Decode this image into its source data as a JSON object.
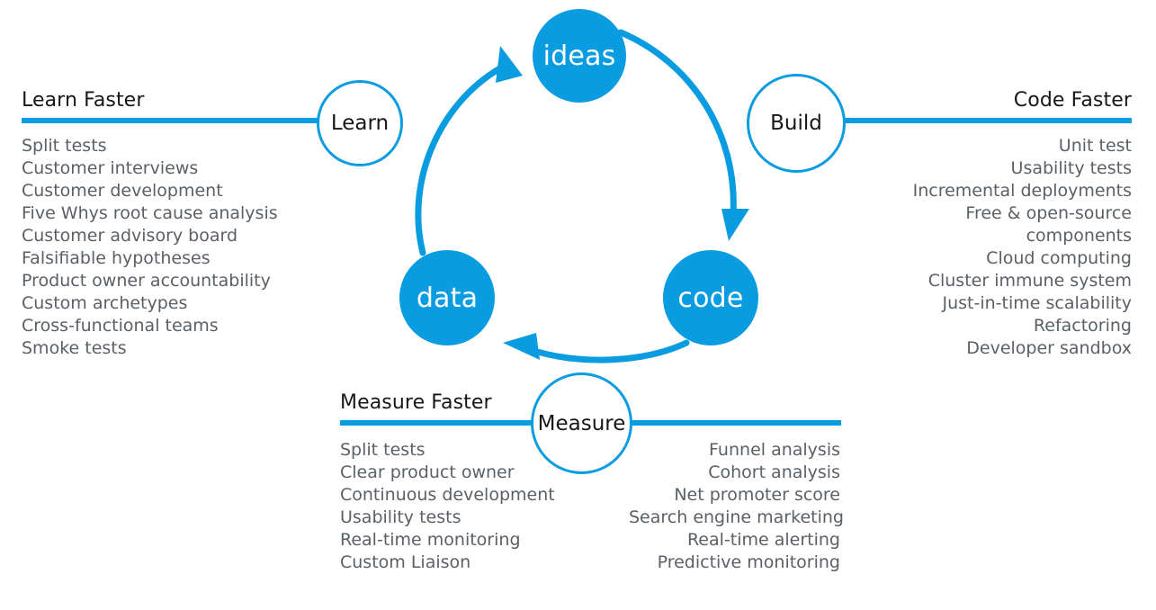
{
  "theme": {
    "accent": "#0a9ce0",
    "title_color": "#171717",
    "list_color": "#5a6066",
    "background": "#ffffff",
    "node_text_color": "#ffffff"
  },
  "loop": {
    "nodes": [
      {
        "id": "ideas",
        "label": "ideas"
      },
      {
        "id": "code",
        "label": "code"
      },
      {
        "id": "data",
        "label": "data"
      }
    ],
    "stages": [
      {
        "id": "learn",
        "label": "Learn"
      },
      {
        "id": "build",
        "label": "Build"
      },
      {
        "id": "measure",
        "label": "Measure"
      }
    ],
    "arrows": [
      {
        "from": "ideas",
        "to": "code"
      },
      {
        "from": "code",
        "to": "data"
      },
      {
        "from": "data",
        "to": "ideas"
      }
    ]
  },
  "panels": {
    "learn": {
      "title": "Learn Faster",
      "items": [
        "Split tests",
        "Customer interviews",
        "Customer development",
        "Five Whys root cause analysis",
        "Customer advisory board",
        "Falsifiable hypotheses",
        "Product owner accountability",
        "Custom archetypes",
        "Cross-functional teams",
        "Smoke tests"
      ]
    },
    "code": {
      "title": "Code Faster",
      "items": [
        "Unit test",
        "Usability tests",
        "Incremental deployments",
        "Free & open-source",
        "components",
        "Cloud computing",
        "Cluster immune system",
        "Just-in-time scalability",
        "Refactoring",
        "Developer sandbox"
      ]
    },
    "measure": {
      "title": "Measure Faster",
      "items_left": [
        "Split tests",
        "Clear product owner",
        "Continuous development",
        "Usability tests",
        "Real-time monitoring",
        "Custom Liaison"
      ],
      "items_right": [
        "Funnel analysis",
        "Cohort analysis",
        "Net promoter score",
        "Search engine marketing",
        "Real-time alerting",
        "Predictive monitoring"
      ]
    }
  }
}
